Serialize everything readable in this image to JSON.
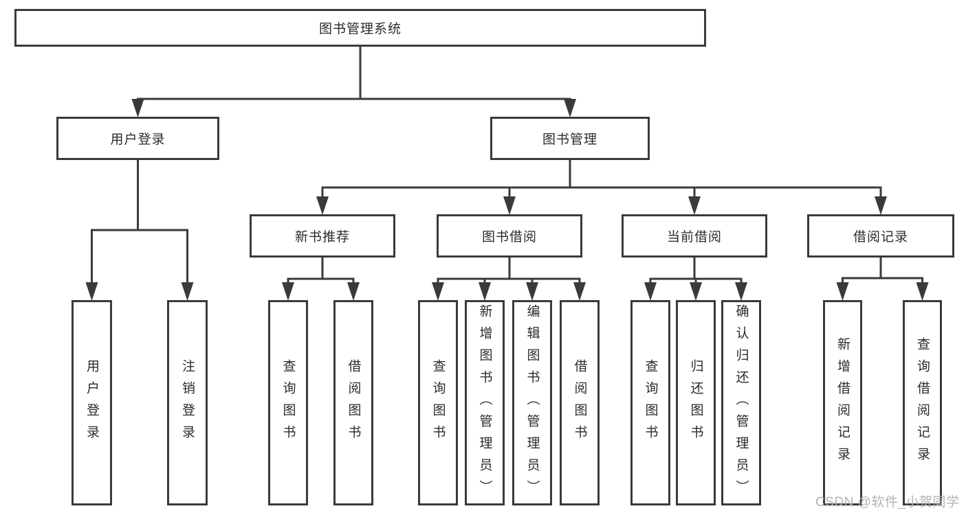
{
  "page": {
    "background": "#ffffff"
  },
  "diagram": {
    "type": "tree",
    "title": "图书管理系统",
    "line_color": "#3a3a3a",
    "text_color": "#2b2b2b",
    "box_fill": "#ffffff",
    "nodes": [
      {
        "id": "root",
        "label": "图书管理系统",
        "parent": null,
        "orientation": "horizontal"
      },
      {
        "id": "user-login",
        "label": "用户登录",
        "parent": "root",
        "orientation": "horizontal"
      },
      {
        "id": "book-mgmt",
        "label": "图书管理",
        "parent": "root",
        "orientation": "horizontal"
      },
      {
        "id": "new-book-rec",
        "label": "新书推荐",
        "parent": "book-mgmt",
        "orientation": "horizontal"
      },
      {
        "id": "book-borrow",
        "label": "图书借阅",
        "parent": "book-mgmt",
        "orientation": "horizontal"
      },
      {
        "id": "current-borrow",
        "label": "当前借阅",
        "parent": "book-mgmt",
        "orientation": "horizontal"
      },
      {
        "id": "borrow-records",
        "label": "借阅记录",
        "parent": "book-mgmt",
        "orientation": "horizontal"
      },
      {
        "id": "leaf-user-login",
        "label": "用户登录",
        "parent": "user-login",
        "orientation": "vertical"
      },
      {
        "id": "leaf-logout",
        "label": "注销登录",
        "parent": "user-login",
        "orientation": "vertical"
      },
      {
        "id": "leaf-query-book-1",
        "label": "查询图书",
        "parent": "new-book-rec",
        "orientation": "vertical"
      },
      {
        "id": "leaf-borrow-book-1",
        "label": "借阅图书",
        "parent": "new-book-rec",
        "orientation": "vertical"
      },
      {
        "id": "leaf-query-book-2",
        "label": "查询图书",
        "parent": "book-borrow",
        "orientation": "vertical"
      },
      {
        "id": "leaf-add-book",
        "label": "新增图书（管理员）",
        "parent": "book-borrow",
        "orientation": "vertical"
      },
      {
        "id": "leaf-edit-book",
        "label": "编辑图书（管理员）",
        "parent": "book-borrow",
        "orientation": "vertical"
      },
      {
        "id": "leaf-borrow-book-2",
        "label": "借阅图书",
        "parent": "book-borrow",
        "orientation": "vertical"
      },
      {
        "id": "leaf-query-book-3",
        "label": "查询图书",
        "parent": "current-borrow",
        "orientation": "vertical"
      },
      {
        "id": "leaf-return-book",
        "label": "归还图书",
        "parent": "current-borrow",
        "orientation": "vertical"
      },
      {
        "id": "leaf-confirm-return",
        "label": "确认归还（管理员）",
        "parent": "current-borrow",
        "orientation": "vertical"
      },
      {
        "id": "leaf-add-record",
        "label": "新增借阅记录",
        "parent": "borrow-records",
        "orientation": "vertical"
      },
      {
        "id": "leaf-query-record",
        "label": "查询借阅记录",
        "parent": "borrow-records",
        "orientation": "vertical"
      }
    ]
  },
  "watermark": {
    "text": "CSDN @软件_小贺同学",
    "color": "#b3b3b3"
  }
}
